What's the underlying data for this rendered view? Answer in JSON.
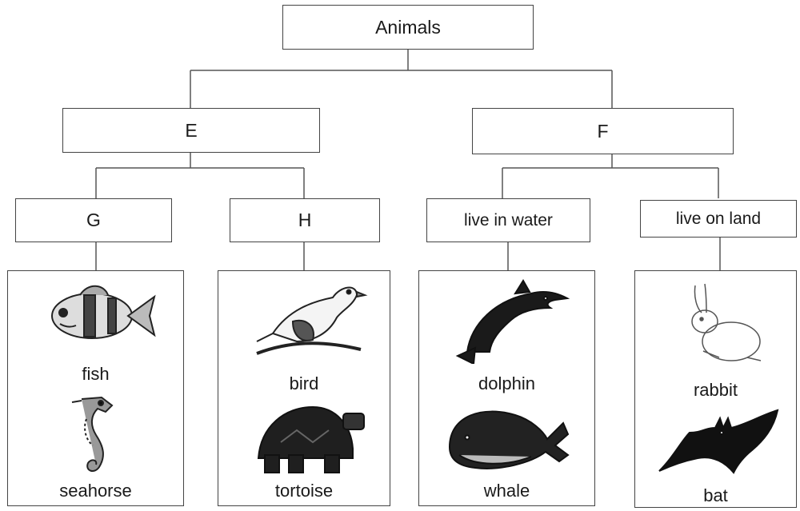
{
  "root": {
    "label": "Animals"
  },
  "level1": {
    "left": "E",
    "right": "F"
  },
  "level2": {
    "g": "G",
    "h": "H",
    "water": "live in water",
    "land": "live on land"
  },
  "animals": {
    "fish": "fish",
    "seahorse": "seahorse",
    "bird": "bird",
    "tortoise": "tortoise",
    "dolphin": "dolphin",
    "whale": "whale",
    "rabbit": "rabbit",
    "bat": "bat"
  }
}
